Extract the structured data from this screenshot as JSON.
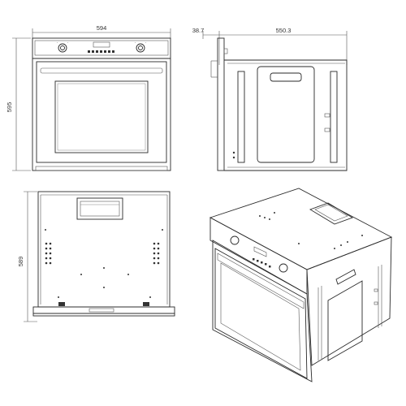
{
  "dimensions": {
    "front_width": "594",
    "front_height": "595",
    "side_front_depth": "38.7",
    "side_body_depth": "550.3",
    "top_depth": "589"
  }
}
